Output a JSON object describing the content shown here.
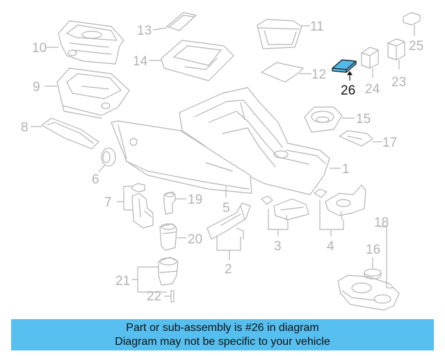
{
  "colors": {
    "part_stroke": "#b3b3b3",
    "highlight_fill": "#56b8e6",
    "highlight_stroke": "#1a1a1a",
    "banner_background": "#56bff0",
    "banner_text": "#111111"
  },
  "diagram": {
    "callouts": {
      "c1": "1",
      "c2": "2",
      "c3": "3",
      "c4": "4",
      "c5": "5",
      "c6": "6",
      "c7": "7",
      "c8": "8",
      "c9": "9",
      "c10": "10",
      "c11": "11",
      "c12": "12",
      "c13": "13",
      "c14": "14",
      "c15": "15",
      "c16": "16",
      "c17": "17",
      "c18": "18",
      "c19": "19",
      "c20": "20",
      "c21": "21",
      "c22": "22",
      "c23": "23",
      "c24": "24",
      "c25": "25",
      "c26": "26"
    },
    "highlighted_part": "26"
  },
  "banner": {
    "line1": "Part or sub-assembly is #26 in diagram",
    "line2": "Diagram may not be specific to your vehicle"
  }
}
